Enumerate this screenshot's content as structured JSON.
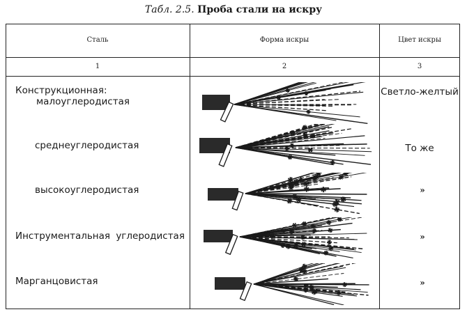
{
  "caption": {
    "number": "Табл. 2.5.",
    "title": "Проба стали на искру"
  },
  "table": {
    "headers": [
      "Сталь",
      "Форма искры",
      "Цвет искры"
    ],
    "column_numbers": [
      "1",
      "2",
      "3"
    ],
    "rows": [
      {
        "group": "Конструкционная:",
        "steel": "малоуглеродистая",
        "spark_shape": "few-long-straight-streaks",
        "color": "Светло-желтый"
      },
      {
        "steel": "среднеуглеродистая",
        "spark_shape": "streaks-with-some-bursts",
        "color": "То же"
      },
      {
        "steel": "высокоуглеродистая",
        "spark_shape": "many-star-bursts",
        "color": "»"
      },
      {
        "steel": "Инструментальная углеродистая",
        "spark_shape": "dense-bursts",
        "color": "»"
      },
      {
        "steel": "Марганцовистая",
        "spark_shape": "fan-of-streaks-with-bursts",
        "color": "»"
      }
    ]
  },
  "colors": {
    "ink": "#1a1a1a",
    "grinder": "#2a2a2a"
  }
}
